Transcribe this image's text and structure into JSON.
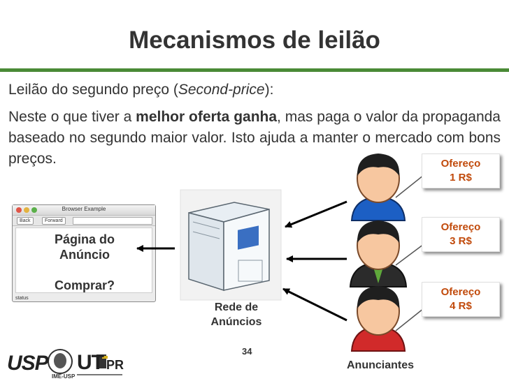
{
  "title": "Mecanismos de leilão",
  "para1": {
    "before": "Leilão do segundo preço (",
    "italic": "Second-price",
    "after": "):"
  },
  "para2": {
    "before": "Neste o que tiver a ",
    "bold": "melhor oferta ganha",
    "after": ", mas paga o valor da propaganda baseado no segundo maior valor. Isto ajuda a manter o mercado com bons preços."
  },
  "browser": {
    "window_title": "Browser Example",
    "back_label": "Back",
    "forward_label": "Forward",
    "status_label": "status",
    "ad_line1": "Página do",
    "ad_line2": "Anúncio",
    "buy_label": "Comprar?"
  },
  "server": {
    "label_line1": "Rede de",
    "label_line2": "Anúncios"
  },
  "bids": [
    {
      "line1": "Ofereço",
      "line2": "1 R$"
    },
    {
      "line1": "Ofereço",
      "line2": "3 R$"
    },
    {
      "line1": "Ofereço",
      "line2": "4 R$"
    }
  ],
  "advertisers_label": "Anunciantes",
  "slide_number": "34",
  "logos": {
    "usp": "USP",
    "ime_usp": "IME-USP",
    "ut": "UT",
    "pr": "PR"
  },
  "colors": {
    "rule": "#4a8a36",
    "bid_text": "#c14a0b",
    "shirt_blue": "#1c5fc4",
    "shirt_red": "#d12a2a",
    "shirt_dark": "#2b2b2b"
  }
}
